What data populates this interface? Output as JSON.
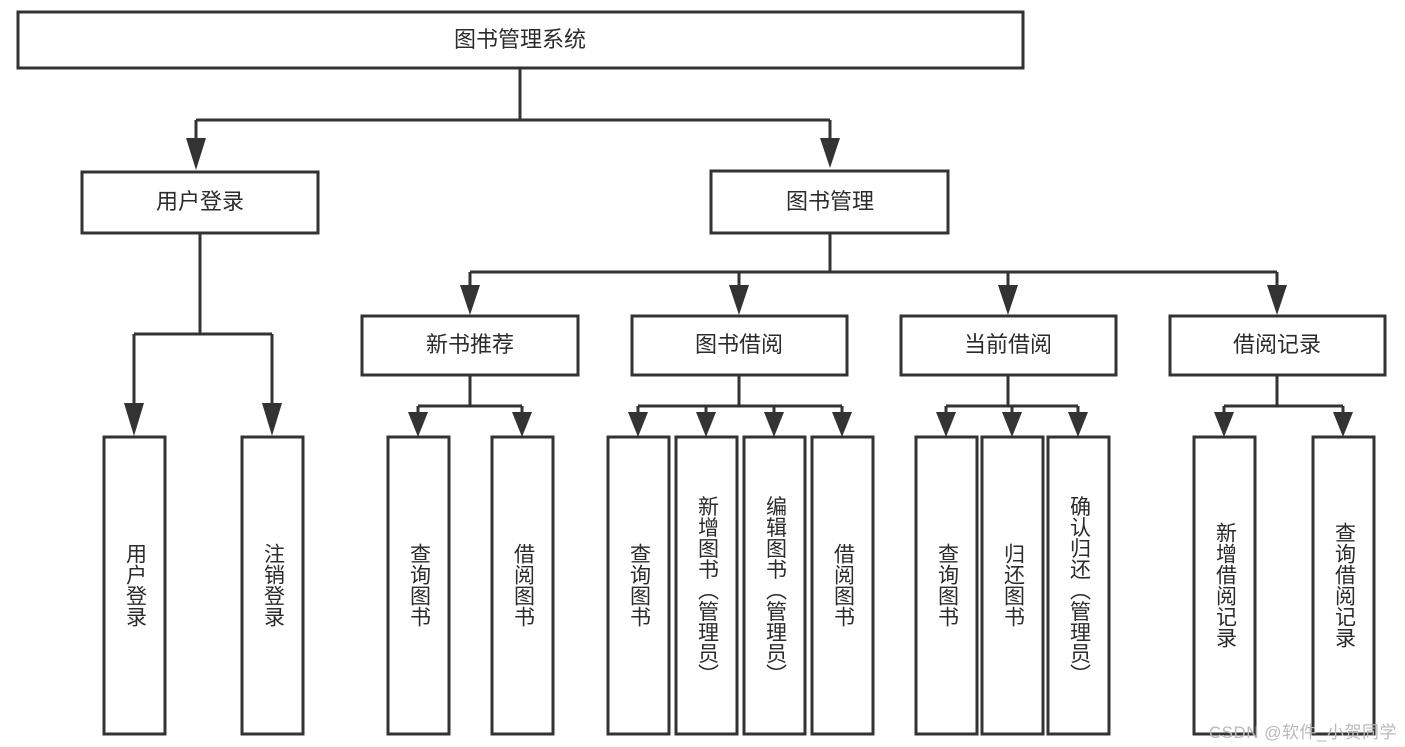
{
  "diagram": {
    "title": "图书管理系统",
    "watermark": "CSDN @软件_小贺同学",
    "colors": {
      "stroke": "#333333",
      "node_fill": "#ffffff",
      "text": "#2b2b2b",
      "background": "#ffffff",
      "watermark": "#b9b9b9"
    },
    "root": {
      "label": "图书管理系统"
    },
    "level1": [
      {
        "label": "用户登录"
      },
      {
        "label": "图书管理"
      }
    ],
    "level2": [
      {
        "label": "新书推荐"
      },
      {
        "label": "图书借阅"
      },
      {
        "label": "当前借阅"
      },
      {
        "label": "借阅记录"
      }
    ],
    "leaves": {
      "user_login": [
        {
          "label": "用户登录"
        },
        {
          "label": "注销登录"
        }
      ],
      "new_book_recommend": [
        {
          "label": "查询图书"
        },
        {
          "label": "借阅图书"
        }
      ],
      "book_borrow": [
        {
          "label": "查询图书"
        },
        {
          "label": "新增图书（管理员）"
        },
        {
          "label": "编辑图书（管理员）"
        },
        {
          "label": "借阅图书"
        }
      ],
      "current_borrow": [
        {
          "label": "查询图书"
        },
        {
          "label": "归还图书"
        },
        {
          "label": "确认归还（管理员）"
        }
      ],
      "borrow_record": [
        {
          "label": "新增借阅记录"
        },
        {
          "label": "查询借阅记录"
        }
      ]
    }
  }
}
